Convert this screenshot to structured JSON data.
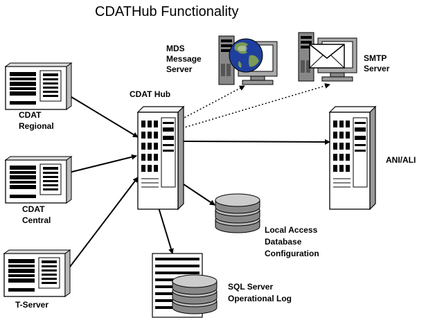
{
  "title": "CDATHub Functionality",
  "nodes": {
    "cdat_regional": {
      "label": [
        "CDAT",
        "Regional"
      ],
      "icon": "desktop-server-icon"
    },
    "cdat_central": {
      "label": [
        "CDAT",
        "Central"
      ],
      "icon": "desktop-server-icon"
    },
    "t_server": {
      "label": [
        "T-Server"
      ],
      "icon": "desktop-server-icon"
    },
    "cdat_hub": {
      "label": [
        "CDAT Hub"
      ],
      "icon": "tower-server-icon"
    },
    "mds": {
      "label": [
        "MDS",
        "Message",
        "Server"
      ],
      "icon": "globe-workstation-icon"
    },
    "smtp": {
      "label": [
        "SMTP",
        "Server"
      ],
      "icon": "mail-workstation-icon"
    },
    "ani_ali": {
      "label": [
        "ANI/ALI"
      ],
      "icon": "tower-server-icon"
    },
    "local_access": {
      "label": [
        "Local Access",
        "Database",
        "Configuration"
      ],
      "icon": "database-icon"
    },
    "sql_server": {
      "label": [
        "SQL Server",
        "Operational Log"
      ],
      "icon": "database-icon"
    }
  },
  "edges": [
    {
      "from": "cdat_regional",
      "to": "cdat_hub",
      "style": "solid"
    },
    {
      "from": "cdat_central",
      "to": "cdat_hub",
      "style": "solid"
    },
    {
      "from": "t_server",
      "to": "cdat_hub",
      "style": "solid"
    },
    {
      "from": "cdat_hub",
      "to": "mds",
      "style": "dotted"
    },
    {
      "from": "cdat_hub",
      "to": "smtp",
      "style": "dotted"
    },
    {
      "from": "cdat_hub",
      "to": "ani_ali",
      "style": "solid"
    },
    {
      "from": "cdat_hub",
      "to": "local_access",
      "style": "solid"
    },
    {
      "from": "cdat_hub",
      "to": "sql_server",
      "style": "solid"
    }
  ]
}
